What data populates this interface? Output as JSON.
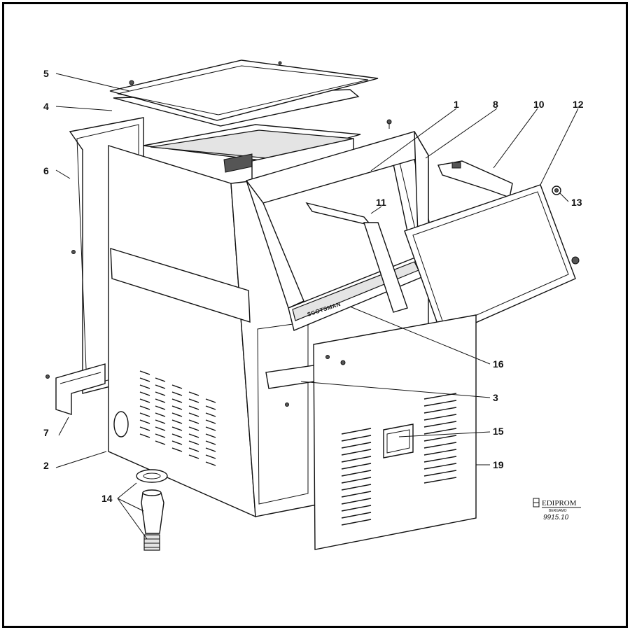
{
  "callouts": [
    "1",
    "2",
    "3",
    "4",
    "5",
    "6",
    "7",
    "8",
    "10",
    "11",
    "12",
    "13",
    "14",
    "15",
    "16",
    "19"
  ],
  "brand_label": "SCOTSMAN",
  "logo": {
    "name": "EDIPROM",
    "city": "BERGAMO",
    "code": "9915.10"
  }
}
